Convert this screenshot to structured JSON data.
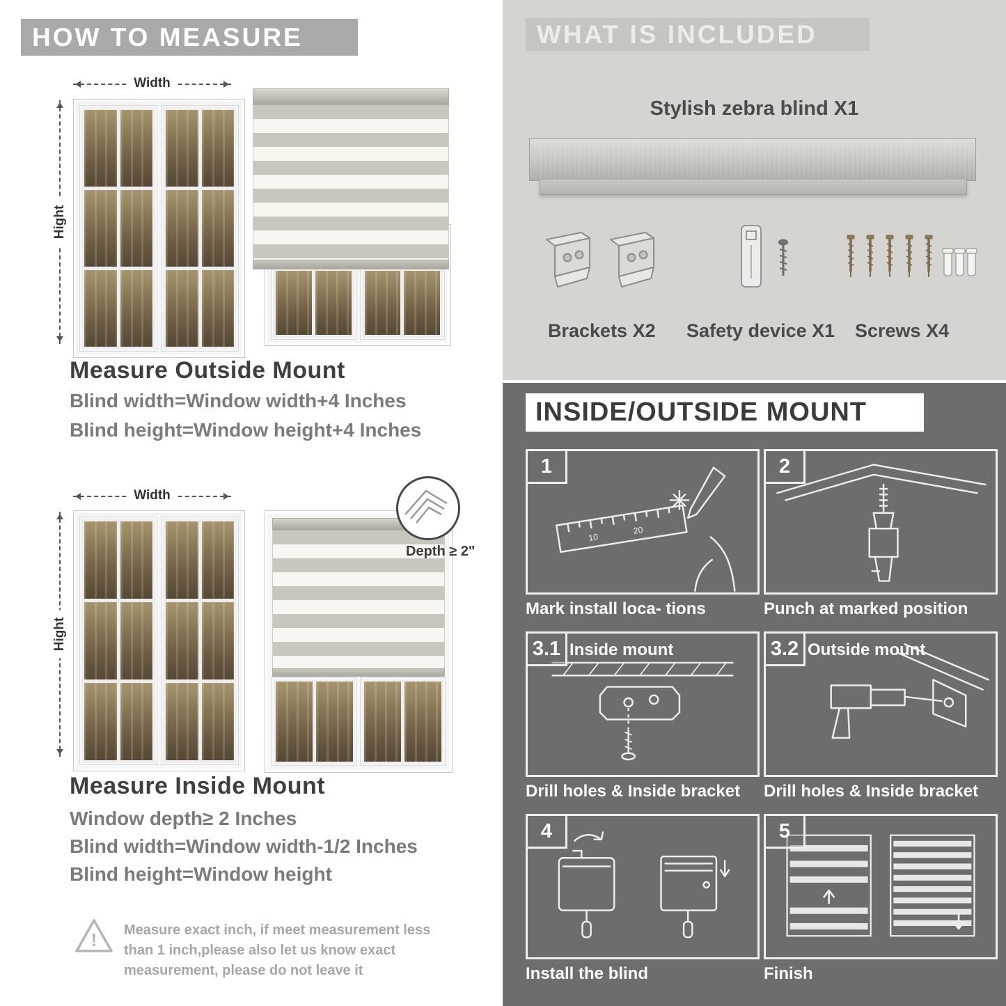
{
  "measure": {
    "header": "HOW TO MEASURE",
    "width_label": "Width",
    "height_label": "Hight",
    "outside": {
      "title": "Measure Outside Mount",
      "line1": "Blind width=Window width+4 Inches",
      "line2": "Blind height=Window height+4 Inches"
    },
    "inside": {
      "title": "Measure Inside Mount",
      "depth_note": "Depth ≥ 2\"",
      "line1": "Window depth≥ 2 Inches",
      "line2": "Blind width=Window width-1/2 Inches",
      "line3": "Blind height=Window height"
    },
    "warning": "Measure exact inch, if meet measurement less than 1 inch,please also let us know exact measurement, please do not leave it"
  },
  "included": {
    "header": "WHAT IS INCLUDED",
    "blind_label": "Stylish zebra blind X1",
    "items": [
      {
        "label": "Brackets X2"
      },
      {
        "label": "Safety device X1"
      },
      {
        "label": "Screws X4"
      }
    ]
  },
  "mount": {
    "header": "INSIDE/OUTSIDE MOUNT",
    "ruler_marks": [
      "10",
      "20"
    ],
    "steps": [
      {
        "num": "1",
        "caption": "Mark install loca- tions"
      },
      {
        "num": "2",
        "caption": "Punch at  marked position"
      },
      {
        "num": "3.1",
        "label": "Inside mount",
        "caption": "Drill holes &  Inside bracket"
      },
      {
        "num": "3.2",
        "label": "Outside mount",
        "caption": "Drill holes &  Inside bracket"
      },
      {
        "num": "4",
        "caption": "Install the blind"
      },
      {
        "num": "5",
        "caption": "Finish"
      }
    ]
  },
  "colors": {
    "badge_gray": "#a9a9a9",
    "included_bg": "#d6d4d1",
    "dark_bg": "#6d6d6d",
    "heading_text": "#3f3f3f",
    "formula_text": "#7b7b7b"
  }
}
